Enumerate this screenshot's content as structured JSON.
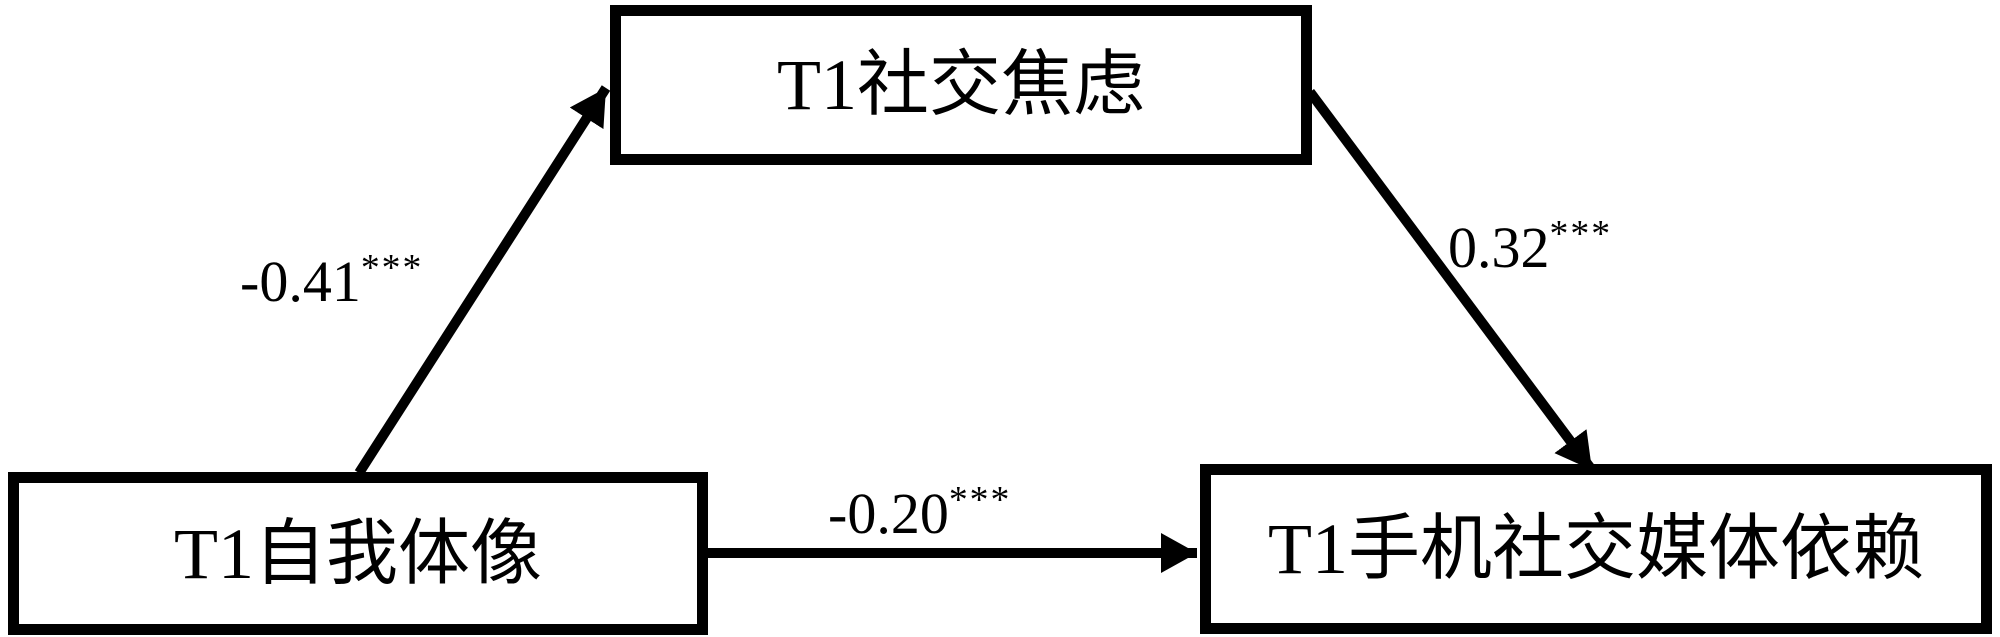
{
  "diagram": {
    "type": "mediation-path-diagram",
    "nodes": {
      "predictor": {
        "label": "T1自我体像"
      },
      "mediator": {
        "label": "T1社交焦虑"
      },
      "outcome": {
        "label": "T1手机社交媒体依赖"
      }
    },
    "paths": {
      "a": {
        "from": "predictor",
        "to": "mediator",
        "coefficient": "-0.41",
        "significance": "***"
      },
      "b": {
        "from": "mediator",
        "to": "outcome",
        "coefficient": "0.32",
        "significance": "***"
      },
      "c": {
        "from": "predictor",
        "to": "outcome",
        "coefficient": "-0.20",
        "significance": "***"
      }
    },
    "colors": {
      "line": "#000000",
      "box_border": "#000000",
      "box_fill": "#ffffff",
      "background": "#ffffff",
      "text": "#000000"
    }
  }
}
